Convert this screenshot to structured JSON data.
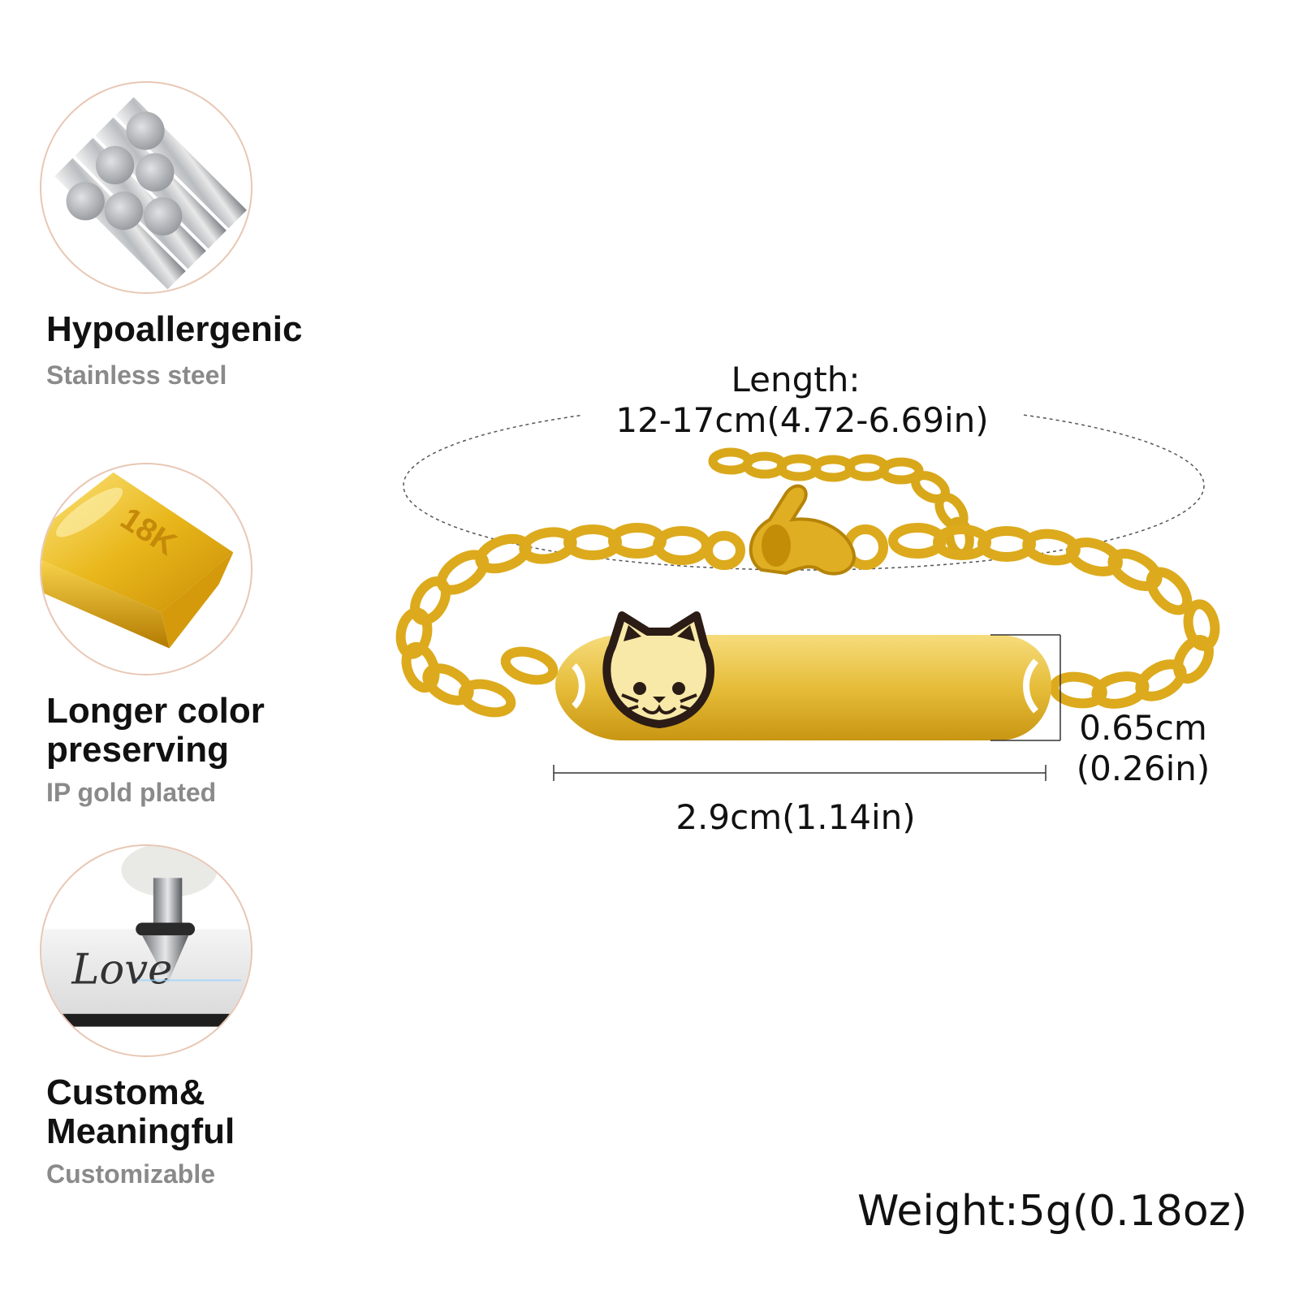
{
  "features": [
    {
      "icon": "steel-rods-icon",
      "title": "Hypoallergenic",
      "subtitle": "Stainless steel"
    },
    {
      "icon": "gold-bar-icon",
      "badge": "18K",
      "title_line1": "Longer color",
      "title_line2": "preserving",
      "subtitle": "IP gold plated"
    },
    {
      "icon": "engraving-tool-icon",
      "engraving_text": "Love",
      "title_line1": "Custom&",
      "title_line2": "Meaningful",
      "subtitle": "Customizable"
    }
  ],
  "dimensions": {
    "length_label": "Length:",
    "length_value": "12-17cm(4.72-6.69in)",
    "plate_width": "2.9cm(1.14in)",
    "plate_height_cm": "0.65cm",
    "plate_height_in": "(0.26in)",
    "weight": "Weight:5g(0.18oz)"
  },
  "colors": {
    "gold": "#e8b820",
    "gold_light": "#f4d66a",
    "gold_dark": "#b9870f",
    "circle_border": "#e8c7b4",
    "enamel": "#2b1c15"
  }
}
